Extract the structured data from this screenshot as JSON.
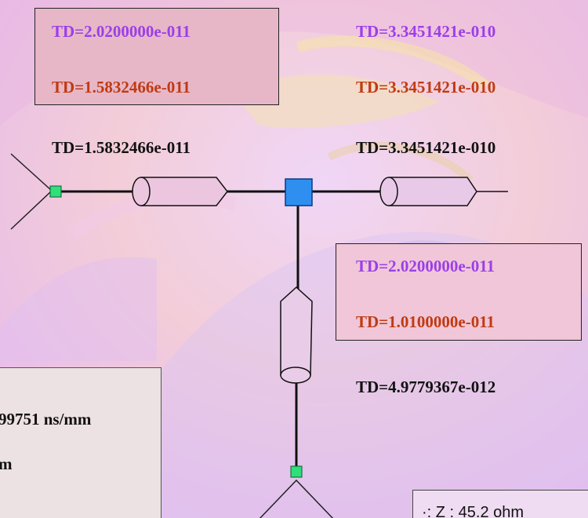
{
  "colors": {
    "purple": "#9b3fe8",
    "orange": "#c03a12",
    "black": "#111111",
    "port_green": "#2ee07a",
    "junction_blue": "#2f8ff0"
  },
  "left_box": {
    "td_purple": "TD=2.0200000e-011",
    "td_orange": "TD=1.5832466e-011"
  },
  "left_label": "TD=1.5832466e-011",
  "right": {
    "td_purple": "TD=3.3451421e-010",
    "td_orange": "TD=3.3451421e-010",
    "td_black": "TD=3.3451421e-010"
  },
  "stub_box": {
    "td_purple": "TD=2.0200000e-011",
    "td_orange": "TD=1.0100000e-011"
  },
  "stub_label": "TD=4.9779367e-012",
  "info_box": {
    "line1": "99751 ns/mm",
    "line2": "m"
  },
  "impedance_box": {
    "text": "·:  Z : 45.2 ohm"
  }
}
